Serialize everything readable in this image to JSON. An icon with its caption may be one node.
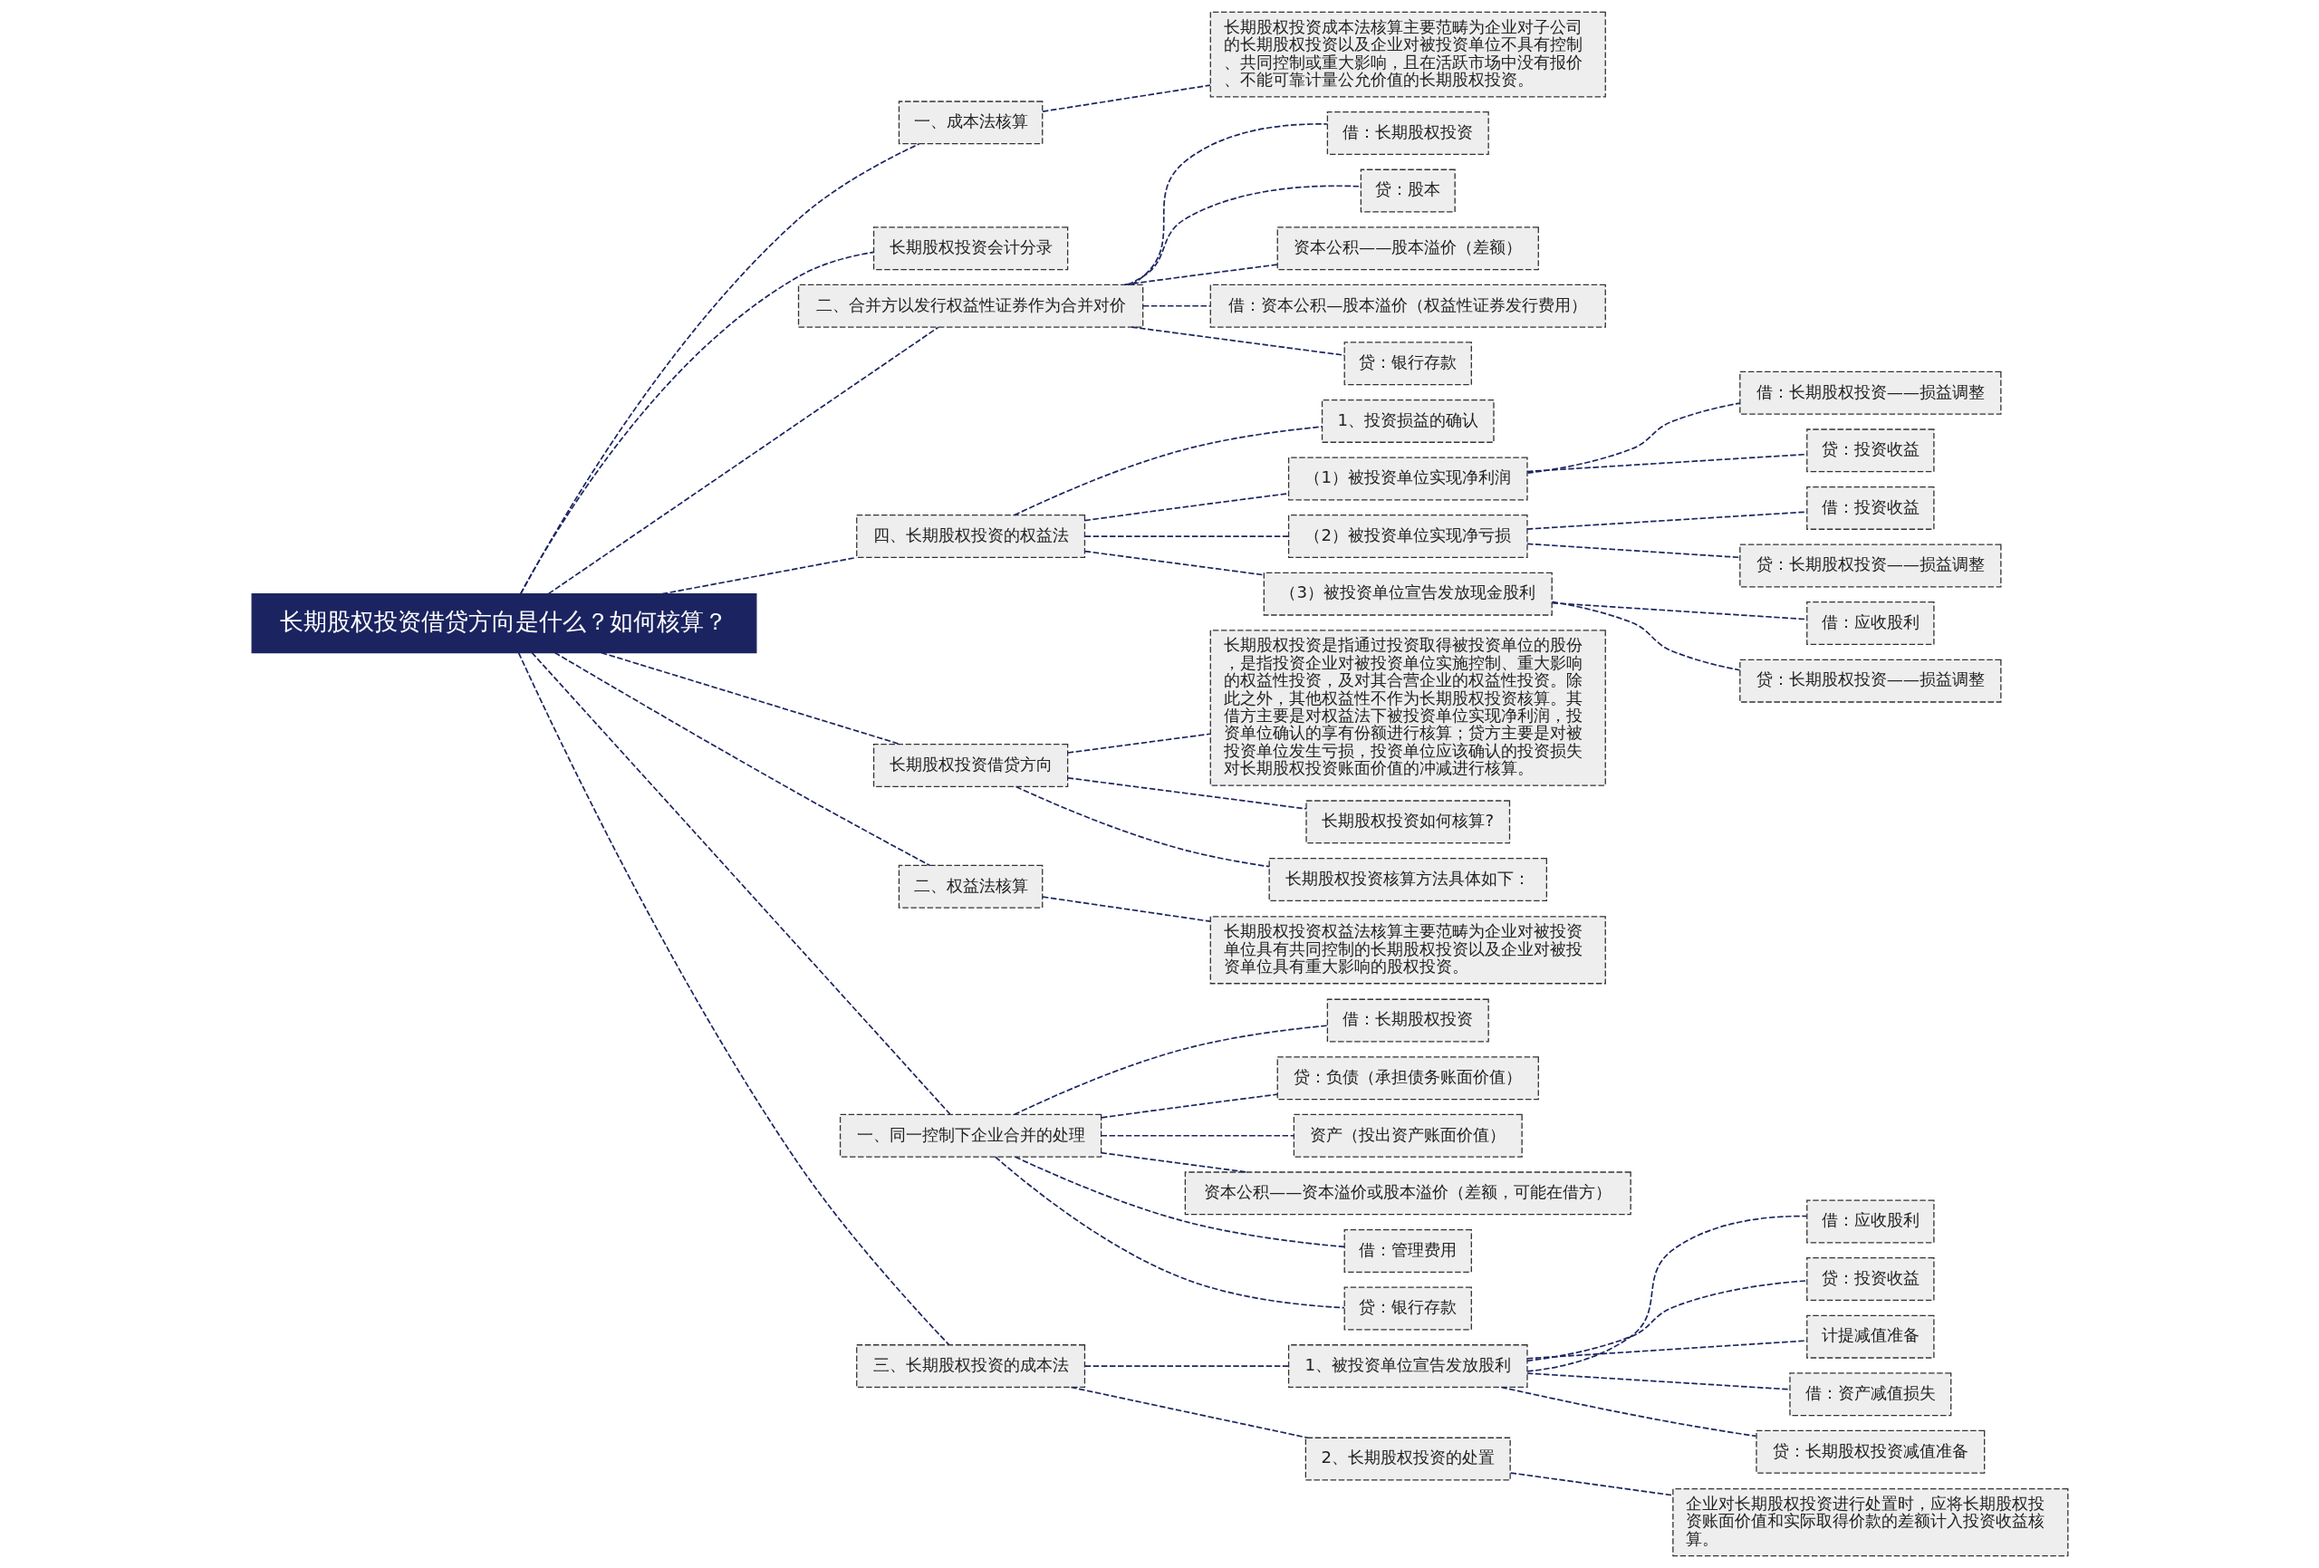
{
  "diagram": {
    "nodes": [
      {
        "text": [
          "长期股权投资借贷方向是什么？如何核算？"
        ]
      },
      {
        "text": [
          "一、成本法核算"
        ]
      },
      {
        "text": [
          "长期股权投资成本法核算主要范畴为企业对子公司的长期股权投资以及企业对被投资单位不具有控制、共同控制或重大影响，且在活跃市场中没有报价、不能可靠计量公允价值的长期股权投资。"
        ]
      },
      {
        "text": [
          "长期股权投资会计分录"
        ]
      },
      {
        "text": [
          "二、合并方以发行权益性证券作为合并对价"
        ]
      },
      {
        "text": [
          "借：长期股权投资"
        ]
      },
      {
        "text": [
          "贷：股本"
        ]
      },
      {
        "text": [
          "资本公积——股本溢价（差额）"
        ]
      },
      {
        "text": [
          "借：资本公积—股本溢价（权益性证券发行费用）"
        ]
      },
      {
        "text": [
          "贷：银行存款"
        ]
      },
      {
        "text": [
          "四、长期股权投资的权益法"
        ]
      },
      {
        "text": [
          "1、投资损益的确认"
        ]
      },
      {
        "text": [
          "（1）被投资单位实现净利润"
        ]
      },
      {
        "text": [
          "借：长期股权投资——损益调整"
        ]
      },
      {
        "text": [
          "贷：投资收益"
        ]
      },
      {
        "text": [
          "（2）被投资单位实现净亏损"
        ]
      },
      {
        "text": [
          "借：投资收益"
        ]
      },
      {
        "text": [
          "贷：长期股权投资——损益调整"
        ]
      },
      {
        "text": [
          "（3）被投资单位宣告发放现金股利"
        ]
      },
      {
        "text": [
          "借：应收股利"
        ]
      },
      {
        "text": [
          "贷：长期股权投资——损益调整"
        ]
      },
      {
        "text": [
          "长期股权投资借贷方向"
        ]
      },
      {
        "text": [
          "长期股权投资是指通过投资取得被投资单位的股份，是指投资企业对被投资单位实施控制、重大影响的权益性投资，及对其合营企业的权益性投资。除此之外，其他权益性不作为长期股权投资核算。其借方主要是对权益法下被投资单位实现净利润，投资单位确认的享有份额进行核算；贷方主要是对被投资单位发生亏损，投资单位应该确认的投资损失对长期股权投资账面价值的冲减进行核算。"
        ]
      },
      {
        "text": [
          "长期股权投资如何核算?"
        ]
      },
      {
        "text": [
          "长期股权投资核算方法具体如下："
        ]
      },
      {
        "text": [
          "二、权益法核算"
        ]
      },
      {
        "text": [
          "长期股权投资权益法核算主要范畴为企业对被投资单位具有共同控制的长期股权投资以及企业对被投资单位具有重大影响的股权投资。"
        ]
      },
      {
        "text": [
          "一、同一控制下企业合并的处理"
        ]
      },
      {
        "text": [
          "借：长期股权投资"
        ]
      },
      {
        "text": [
          "贷：负债（承担债务账面价值）"
        ]
      },
      {
        "text": [
          "资产（投出资产账面价值）"
        ]
      },
      {
        "text": [
          "资本公积——资本溢价或股本溢价（差额，可能在借方）"
        ]
      },
      {
        "text": [
          "借：管理费用"
        ]
      },
      {
        "text": [
          "贷：银行存款"
        ]
      },
      {
        "text": [
          "三、长期股权投资的成本法"
        ]
      },
      {
        "text": [
          "1、被投资单位宣告发放股利"
        ]
      },
      {
        "text": [
          "借：应收股利"
        ]
      },
      {
        "text": [
          "贷：投资收益"
        ]
      },
      {
        "text": [
          "计提减值准备"
        ]
      },
      {
        "text": [
          "借：资产减值损失"
        ]
      },
      {
        "text": [
          "贷：长期股权投资减值准备"
        ]
      },
      {
        "text": [
          "2、长期股权投资的处置"
        ]
      },
      {
        "text": [
          "企业对长期股权投资进行处置时，应将长期股权投资账面价值和实际取得价款的差额计入投资收益核算。"
        ]
      }
    ],
    "edges": [
      {
        "from": 0,
        "to": 1,
        "arrow": "none"
      },
      {
        "from": 1,
        "to": 2,
        "arrow": "none"
      },
      {
        "from": 0,
        "to": 3,
        "arrow": "none"
      },
      {
        "from": 0,
        "to": 4,
        "arrow": "none"
      },
      {
        "from": 4,
        "to": 5,
        "arrow": "none"
      },
      {
        "from": 4,
        "to": 6,
        "arrow": "none"
      },
      {
        "from": 4,
        "to": 7,
        "arrow": "none"
      },
      {
        "from": 4,
        "to": 8,
        "arrow": "none"
      },
      {
        "from": 4,
        "to": 9,
        "arrow": "none"
      },
      {
        "from": 0,
        "to": 10,
        "arrow": "none"
      },
      {
        "from": 10,
        "to": 11,
        "arrow": "none"
      },
      {
        "from": 10,
        "to": 12,
        "arrow": "none"
      },
      {
        "from": 12,
        "to": 13,
        "arrow": "none"
      },
      {
        "from": 12,
        "to": 14,
        "arrow": "none"
      },
      {
        "from": 10,
        "to": 15,
        "arrow": "none"
      },
      {
        "from": 15,
        "to": 16,
        "arrow": "none"
      },
      {
        "from": 15,
        "to": 17,
        "arrow": "none"
      },
      {
        "from": 10,
        "to": 18,
        "arrow": "none"
      },
      {
        "from": 18,
        "to": 19,
        "arrow": "none"
      },
      {
        "from": 18,
        "to": 20,
        "arrow": "none"
      },
      {
        "from": 0,
        "to": 21,
        "arrow": "none"
      },
      {
        "from": 21,
        "to": 22,
        "arrow": "none"
      },
      {
        "from": 21,
        "to": 23,
        "arrow": "none"
      },
      {
        "from": 21,
        "to": 24,
        "arrow": "none"
      },
      {
        "from": 0,
        "to": 25,
        "arrow": "none"
      },
      {
        "from": 25,
        "to": 26,
        "arrow": "none"
      },
      {
        "from": 0,
        "to": 27,
        "arrow": "none"
      },
      {
        "from": 27,
        "to": 28,
        "arrow": "none"
      },
      {
        "from": 27,
        "to": 29,
        "arrow": "none"
      },
      {
        "from": 27,
        "to": 30,
        "arrow": "none"
      },
      {
        "from": 27,
        "to": 31,
        "arrow": "none"
      },
      {
        "from": 27,
        "to": 32,
        "arrow": "none"
      },
      {
        "from": 27,
        "to": 33,
        "arrow": "none"
      },
      {
        "from": 0,
        "to": 34,
        "arrow": "none"
      },
      {
        "from": 34,
        "to": 35,
        "arrow": "none"
      },
      {
        "from": 35,
        "to": 36,
        "arrow": "none"
      },
      {
        "from": 35,
        "to": 37,
        "arrow": "none"
      },
      {
        "from": 35,
        "to": 38,
        "arrow": "none"
      },
      {
        "from": 35,
        "to": 39,
        "arrow": "none"
      },
      {
        "from": 35,
        "to": 40,
        "arrow": "none"
      },
      {
        "from": 34,
        "to": 41,
        "arrow": "none"
      },
      {
        "from": 41,
        "to": 42,
        "arrow": "none"
      }
    ]
  }
}
